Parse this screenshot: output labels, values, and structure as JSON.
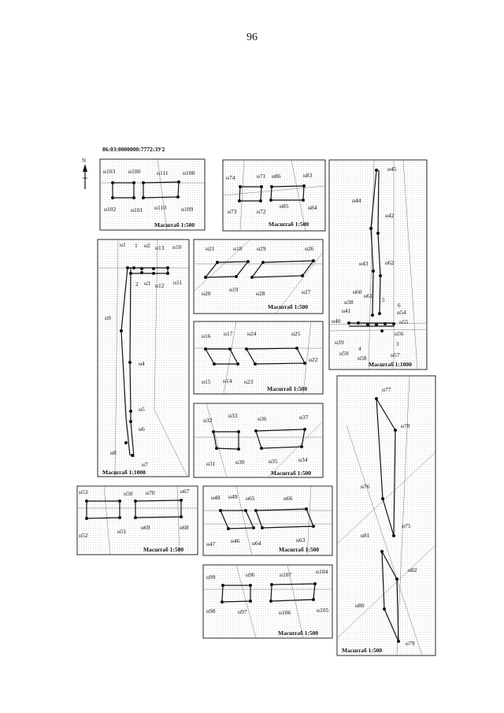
{
  "page": {
    "number": "96",
    "cadastral_number": "86:03:0000000:7772:ЗУ2",
    "north_label": "N"
  },
  "panels": [
    {
      "id": "p1",
      "scale": "Масштаб 1:500",
      "labels": [
        "н103",
        "н100",
        "н111",
        "н108",
        "н102",
        "н101",
        "н110",
        "н109"
      ]
    },
    {
      "id": "p2",
      "scale": "Масштаб 1:500",
      "labels": [
        "н74",
        "н71",
        "н86",
        "н83",
        "н73",
        "н72",
        "н85",
        "н84"
      ]
    },
    {
      "id": "p3",
      "scale": "Масштаб 1:1000",
      "labels": [
        "н45",
        "н44",
        "н42",
        "н43",
        "н62",
        "н60",
        "н61",
        "н38",
        "н41",
        "н40",
        "н39",
        "н59",
        "н58",
        "н57",
        "н56",
        "н55",
        "н54",
        "5",
        "6",
        "4",
        "3"
      ]
    },
    {
      "id": "p4",
      "scale": "Масштаб 1:1000",
      "labels": [
        "н1",
        "1",
        "н2",
        "н13",
        "н10",
        "2",
        "н3",
        "н12",
        "н11",
        "н9",
        "н4",
        "н5",
        "н6",
        "н8",
        "н7"
      ]
    },
    {
      "id": "p5",
      "scale": "Масштаб 1:500",
      "labels": [
        "н21",
        "н18",
        "н29",
        "н26",
        "н20",
        "н19",
        "н28",
        "н27"
      ]
    },
    {
      "id": "p6",
      "scale": "Масштаб 1:500",
      "labels": [
        "н16",
        "н17",
        "н24",
        "н25",
        "н22",
        "н15",
        "н14",
        "н23"
      ]
    },
    {
      "id": "p7",
      "scale": "Масштаб 1:500",
      "labels": [
        "н32",
        "н33",
        "н36",
        "н37",
        "н31",
        "н30",
        "н35",
        "н34"
      ]
    },
    {
      "id": "p8",
      "scale": "Масштаб 1:500",
      "labels": [
        "н53",
        "н50",
        "н70",
        "н67",
        "н52",
        "н51",
        "н69",
        "н68"
      ]
    },
    {
      "id": "p9",
      "scale": "Масштаб 1:500",
      "labels": [
        "н48",
        "н49",
        "н65",
        "н66",
        "н47",
        "н46",
        "н64",
        "н63"
      ]
    },
    {
      "id": "p10",
      "scale": "Масштаб 1:500",
      "labels": [
        "н99",
        "н96",
        "н107",
        "н104",
        "н98",
        "н97",
        "н106",
        "н105"
      ]
    },
    {
      "id": "p11",
      "scale": "Масштаб 1:500",
      "labels": [
        "н77",
        "н78",
        "н76",
        "н75",
        "н81",
        "н82",
        "н80",
        "н79"
      ]
    }
  ]
}
